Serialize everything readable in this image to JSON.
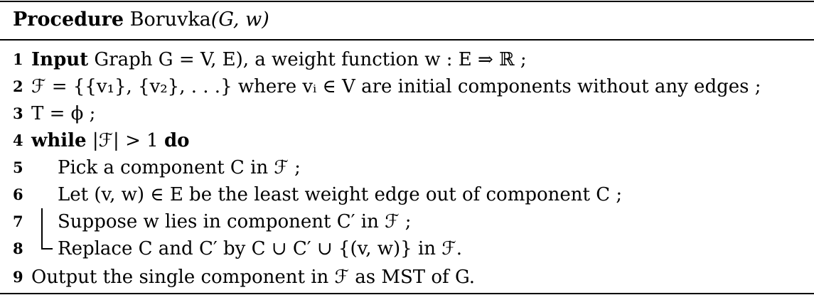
{
  "caption": {
    "keyword": "Procedure",
    "name": "Boruvka",
    "args": "(G, w)"
  },
  "lines": [
    {
      "num": "1",
      "parts": {
        "kw": "Input",
        "text": " Graph G = V, E), a weight function w : E ⇒ ℝ ;"
      }
    },
    {
      "num": "2",
      "parts": {
        "text": "ℱ = {{v₁}, {v₂}, . . .} where vᵢ ∈ V are initial components without any edges ;"
      }
    },
    {
      "num": "3",
      "parts": {
        "text": "T = ϕ ;"
      }
    },
    {
      "num": "4",
      "parts": {
        "kw": "while",
        "text": " |ℱ| > 1 ",
        "kw2": "do"
      }
    },
    {
      "num": "5",
      "parts": {
        "text": "Pick a component C in ℱ ;"
      }
    },
    {
      "num": "6",
      "parts": {
        "text": "Let (v, w) ∈ E be the least weight edge out of component C ;"
      }
    },
    {
      "num": "7",
      "parts": {
        "text": "Suppose w lies in component C′ in ℱ ;"
      }
    },
    {
      "num": "8",
      "parts": {
        "text": "Replace C and C′ by C ∪ C′ ∪ {(v, w)} in ℱ."
      }
    },
    {
      "num": "9",
      "parts": {
        "text": "Output the single component in ℱ as MST of G."
      }
    }
  ]
}
